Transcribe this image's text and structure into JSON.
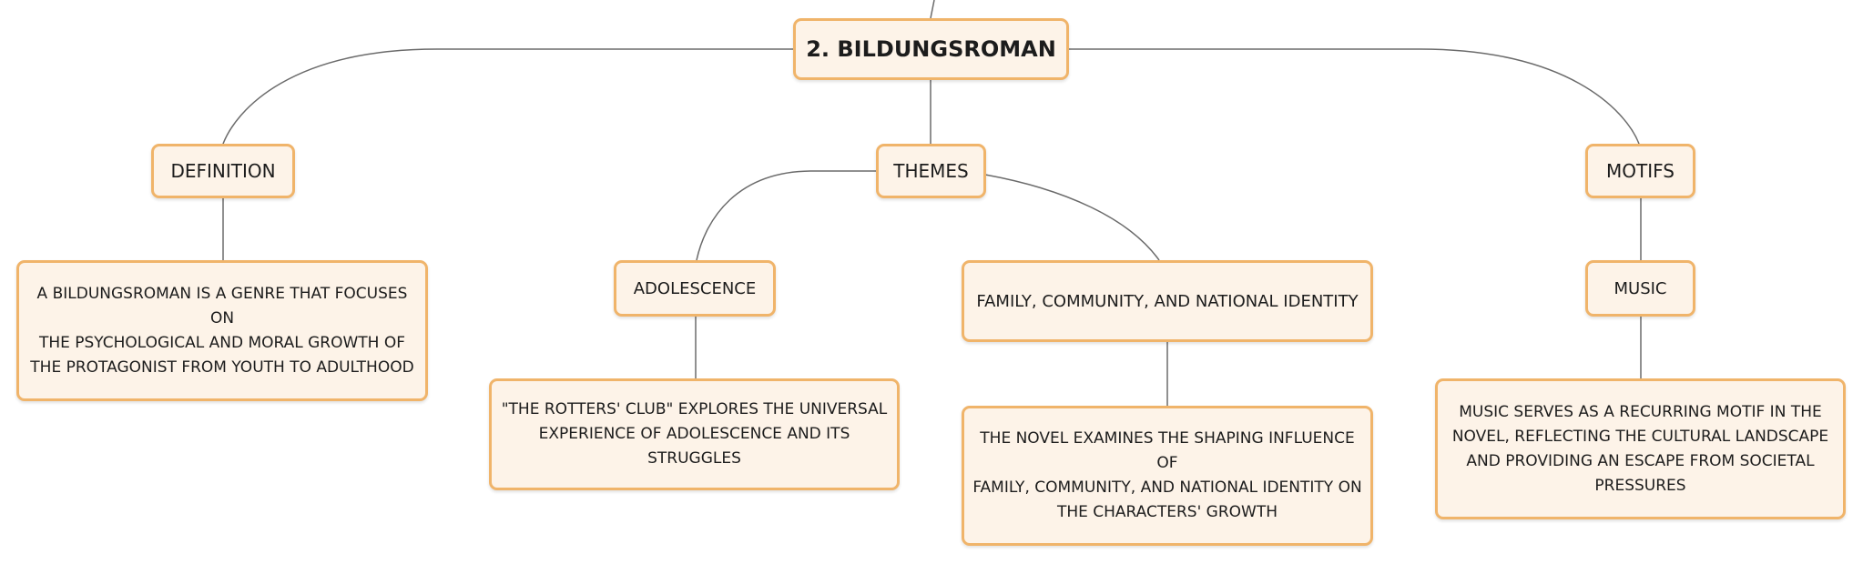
{
  "mindmap": {
    "root": {
      "label": "2. BILDUNGSROMAN"
    },
    "definition": {
      "label": "DEFINITION",
      "text": "A BILDUNGSROMAN IS A GENRE THAT FOCUSES ON\nTHE PSYCHOLOGICAL AND MORAL GROWTH OF\nTHE PROTAGONIST FROM YOUTH TO ADULTHOOD"
    },
    "themes": {
      "label": "THEMES",
      "adolescence": {
        "label": "ADOLESCENCE",
        "text": "\"THE ROTTERS' CLUB\" EXPLORES THE UNIVERSAL\nEXPERIENCE OF ADOLESCENCE AND ITS STRUGGLES"
      },
      "identity": {
        "label": "FAMILY, COMMUNITY, AND NATIONAL IDENTITY",
        "text": "THE NOVEL EXAMINES THE SHAPING INFLUENCE OF\nFAMILY, COMMUNITY, AND NATIONAL IDENTITY ON\nTHE CHARACTERS' GROWTH"
      }
    },
    "motifs": {
      "label": "MOTIFS",
      "music": {
        "label": "MUSIC",
        "text": "MUSIC SERVES AS A RECURRING MOTIF IN THE\nNOVEL, REFLECTING THE CULTURAL LANDSCAPE\nAND PROVIDING AN ESCAPE FROM SOCIETAL\nPRESSURES"
      }
    }
  },
  "colors": {
    "node_fill": "#fdf3e8",
    "node_border": "#f0b46a",
    "connector": "#6b6b6b"
  }
}
